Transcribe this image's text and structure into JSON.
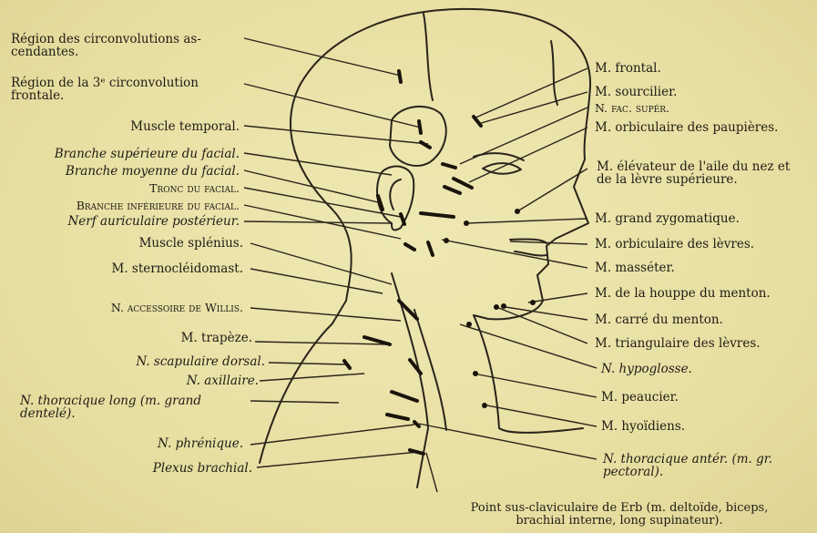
{
  "left_labels": [
    "Région des circonvolutions as-\ncendantes.",
    "Région de la 3ᵉ circonvolution\nfrontale.",
    "Muscle temporal.",
    "Branche supérieure du facial.",
    "Branche moyenne du facial.",
    "Tronc du facial.",
    "Branche inférieure du facial.",
    "Nerf auriculaire postérieur.",
    "Muscle splénius.",
    "M. sternocléidomast.",
    "N. accessoire de Willis.",
    "M. trapèze.",
    "N. scapulaire dorsal.",
    "N. axillaire.",
    "N. thoracique long (m. grand\ndentelé).",
    "N. phrénique.",
    "Plexus brachial."
  ],
  "right_labels": [
    "M. frontal.",
    "M. sourcilier.",
    "N. fac. supér.",
    "M. orbiculaire des paupières.",
    "M. élévateur de l'aile du nez et\nde la lèvre supérieure.",
    "M. grand zygomatique.",
    "M. orbiculaire des lèvres.",
    "M. masséter.",
    "M. de la houppe du menton.",
    "M. carré du menton.",
    "M. triangulaire des lèvres.",
    "N. hypoglosse.",
    "M. peaucier.",
    "M. hyoïdiens.",
    "N. thoracique antér. (m. gr.\npectoral)."
  ],
  "caption": "Point sus-claviculaire de Erb (m. deltoïde, biceps,\nbrachial interne, long supinateur)."
}
